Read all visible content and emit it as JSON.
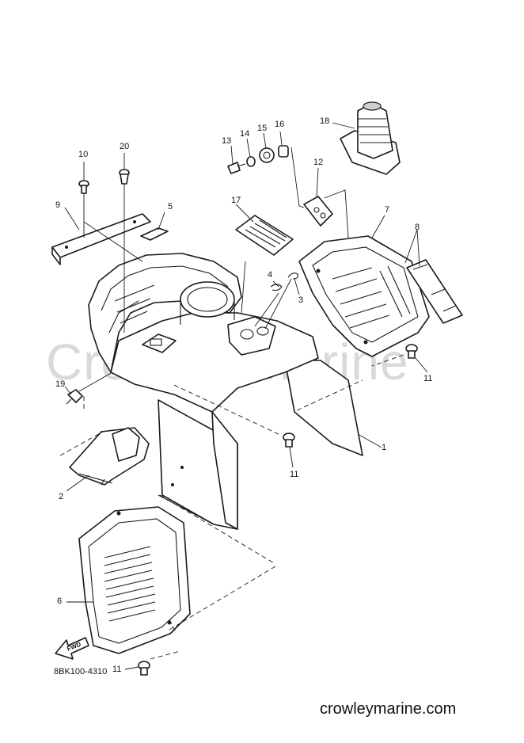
{
  "watermark": "Crowley Marine",
  "diagram_code": "8BK100-4310",
  "site_url": "crowleymarine.com",
  "fwd_label": "FWD",
  "callouts": {
    "p1": "1",
    "p2": "2",
    "p3": "3",
    "p4": "4",
    "p5": "5",
    "p6": "6",
    "p7": "7",
    "p8": "8",
    "p9": "9",
    "p10": "10",
    "p11a": "11",
    "p11b": "11",
    "p11c": "11",
    "p12": "12",
    "p13": "13",
    "p14": "14",
    "p15": "15",
    "p16": "16",
    "p17": "17",
    "p18": "18",
    "p19": "19",
    "p20": "20"
  }
}
